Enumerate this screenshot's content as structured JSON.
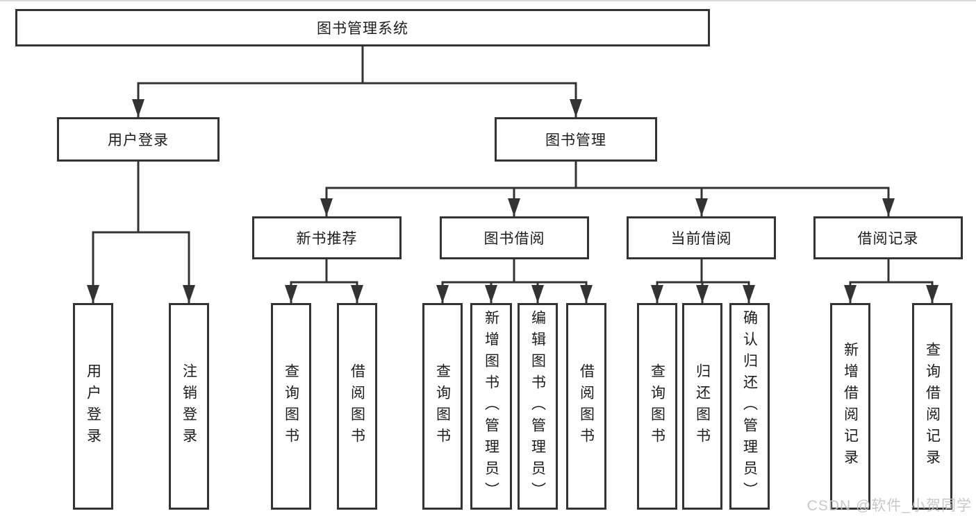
{
  "diagram_title": "图书管理系统",
  "nodes": {
    "root": "图书管理系统",
    "user_login": "用户登录",
    "book_management": "图书管理",
    "new_book_recommend": "新书推荐",
    "book_borrow": "图书借阅",
    "current_borrow": "当前借阅",
    "borrow_record": "借阅记录",
    "leaves": {
      "user_login": "用户登录",
      "logout": "注销登录",
      "nbr_query_books": "查询图书",
      "nbr_borrow_books": "借阅图书",
      "bb_query_books": "查询图书",
      "bb_add_books": "新增图书（管理员）",
      "bb_edit_books": "编辑图书（管理员）",
      "bb_borrow_books": "借阅图书",
      "cb_query_books": "查询图书",
      "cb_return_books": "归还图书",
      "cb_confirm_return": "确认归还（管理员）",
      "br_add_record": "新增借阅记录",
      "br_query_record": "查询借阅记录"
    }
  },
  "watermark": "CSDN @软件_小贺同学",
  "colors": {
    "line": "#333333",
    "box_border": "#333333",
    "box_fill": "#ffffff",
    "text": "#1c1c1c",
    "watermark": "#c3c3c3",
    "background": "#ffffff"
  }
}
